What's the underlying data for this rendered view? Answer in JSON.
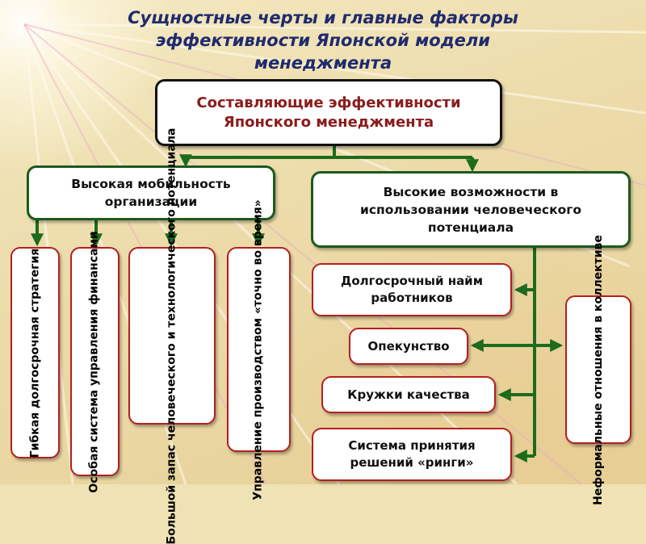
{
  "title": "Сущностные черты и главные факторы\nэффективности Японской модели\nменеджмента",
  "root": {
    "label": "Составляющие эффективности\nЯпонского менеджмента"
  },
  "branches": {
    "left": {
      "label": "Высокая мобильность\nорганизации",
      "items": [
        "Гибкая долгосрочная\nстратегия",
        "Особая система\nуправления финансами",
        "Большой запас\nчеловеческого и\nтехнологического\nпотенциала",
        "Управление\nпроизводством «точно\nво время»"
      ]
    },
    "right": {
      "label": "Высокие возможности в\nиспользовании человеческого\nпотенциала",
      "items": [
        "Долгосрочный найм\nработников",
        "Опекунство",
        "Кружки качества",
        "Система принятия\nрешений «ринги»"
      ],
      "side_item": "Неформальные\nотношения в\nколлективе"
    }
  },
  "colors": {
    "title": "#1f2b6e",
    "root_text": "#8b1c1c",
    "connector": "#1d6b1d",
    "box_border_red": "#b32020",
    "box_border_green": "#1d5a1d"
  }
}
